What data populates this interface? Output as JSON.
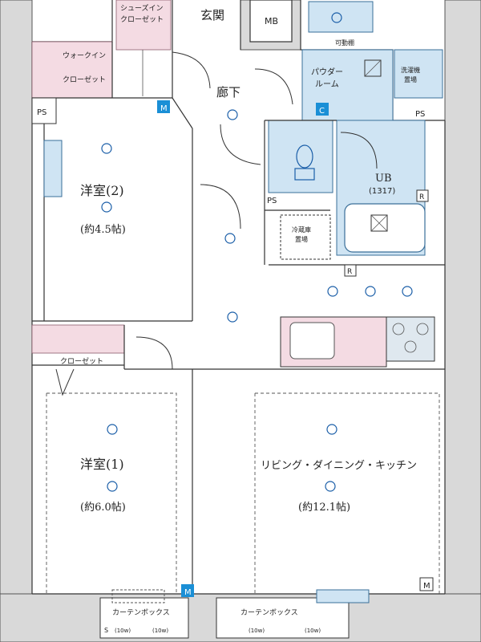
{
  "rooms": {
    "genkan": "玄関",
    "mb": "MB",
    "shoes_closet_1": "シューズイン",
    "shoes_closet_2": "クローゼット",
    "walkin_1": "ウォークイン",
    "walkin_2": "クローゼット",
    "rouka": "廊下",
    "powder_1": "パウダー",
    "powder_2": "ルーム",
    "kadou_tana": "可動棚",
    "sentaku_1": "洗濯機",
    "sentaku_2": "置場",
    "ps_left": "PS",
    "ps_right": "PS",
    "ps_center": "PS",
    "c_mark": "C",
    "m_top": "M",
    "ub": "UB",
    "ub_size": "(1317)",
    "youshitsu2": "洋室(2)",
    "youshitsu2_size": "(約4.5帖)",
    "reizouko_1": "冷蔵庫",
    "reizouko_2": "置場",
    "closet": "クローゼット",
    "youshitsu1": "洋室(1)",
    "youshitsu1_size": "(約6.0帖)",
    "ldk": "リビング・ダイニング・キッチン",
    "ldk_size": "(約12.1帖)",
    "m_bottom_left": "M",
    "m_bottom_right": "M",
    "r_mark_1": "R",
    "r_mark_2": "R",
    "curtain_box_left": "カーテンボックス",
    "curtain_box_right": "カーテンボックス",
    "curtain_10_a": "(10w)",
    "curtain_10_b": "(10w)",
    "curtain_10_c": "(10w)",
    "curtain_10_d": "(10w)",
    "s_mark": "S"
  },
  "colors": {
    "fixture_blue": "#cfe4f3",
    "storage_pink": "#f4dbe3",
    "marker_blue": "#1a8fd6",
    "wall_grey": "#d9d9d9"
  }
}
